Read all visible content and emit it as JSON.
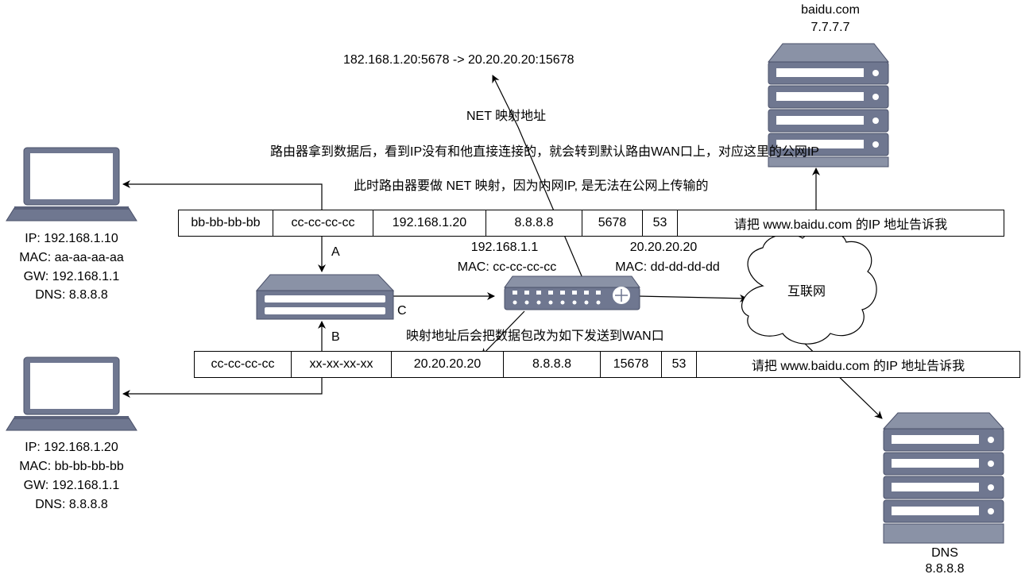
{
  "servers": {
    "baidu": {
      "name": "baidu.com",
      "ip": "7.7.7.7"
    },
    "dns": {
      "name": "DNS",
      "ip": "8.8.8.8"
    }
  },
  "hosts": {
    "a": {
      "ip": "IP: 192.168.1.10",
      "mac": "MAC: aa-aa-aa-aa",
      "gw": "GW: 192.168.1.1",
      "dns": "DNS: 8.8.8.8"
    },
    "b": {
      "ip": "IP: 192.168.1.20",
      "mac": "MAC: bb-bb-bb-bb",
      "gw": "GW: 192.168.1.1",
      "dns": "DNS: 8.8.8.8"
    }
  },
  "router": {
    "lan_ip": "192.168.1.1",
    "lan_mac": "MAC: cc-cc-cc-cc",
    "wan_ip": "20.20.20.20",
    "wan_mac": "MAC: dd-dd-dd-dd"
  },
  "internet_label": "互联网",
  "ports": {
    "a": "A",
    "b": "B",
    "c": "C"
  },
  "annotations": {
    "nat_mapping": "182.168.1.20:5678 ->  20.20.20.20:15678",
    "net_label": "NET 映射地址",
    "default_route": "路由器拿到数据后，看到IP没有和他直接连接的，就会转到默认路由WAN口上，对应这里的公网IP",
    "nat_needed": "此时路由器要做 NET 映射，因为内网IP, 是无法在公网上传输的",
    "rewrite": "映射地址后会把数据包改为如下发送到WAN口"
  },
  "packet_lan": [
    "bb-bb-bb-bb",
    "cc-cc-cc-cc",
    "192.168.1.20",
    "8.8.8.8",
    "5678",
    "53",
    "请把 www.baidu.com 的IP 地址告诉我"
  ],
  "packet_wan": [
    "cc-cc-cc-cc",
    "xx-xx-xx-xx",
    "20.20.20.20",
    "8.8.8.8",
    "15678",
    "53",
    "请把 www.baidu.com 的IP 地址告诉我"
  ]
}
